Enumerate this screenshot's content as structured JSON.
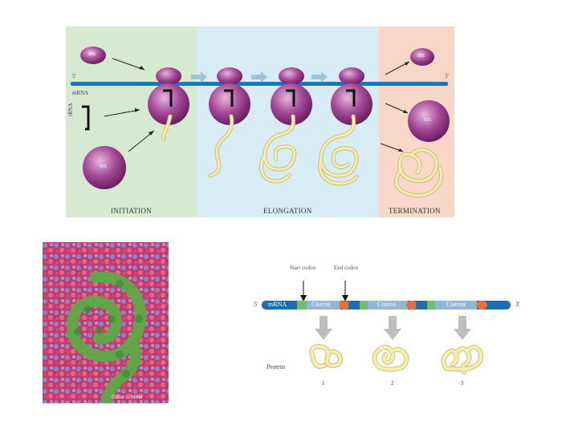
{
  "translation": {
    "stages": [
      "INITIATION",
      "ELONGATION",
      "TERMINATION"
    ],
    "end5": "5'",
    "end3": "3'",
    "mrna_label": "mRNA",
    "trna_label": "tRNA",
    "subunit_30s": "30S",
    "subunit_50s": "50S"
  },
  "micrograph": {
    "caption": "Oscar L. Miller"
  },
  "cistron": {
    "start_codon": "Start codon",
    "end_codon": "End codon",
    "end5": "5'",
    "end3": "3'",
    "mrna_label": "mRNA",
    "cistrons": [
      "Cistron",
      "Cistron",
      "Cistron"
    ],
    "protein_label": "Protein",
    "protein_numbers": [
      "1",
      "2",
      "3"
    ]
  },
  "colors": {
    "initiation_bg": "#d6ead2",
    "elongation_bg": "#d8ecf6",
    "termination_bg": "#f8d6c8",
    "mrna_strand": "#1a78b8",
    "ribosome": "#8c2f80",
    "peptide": "#f3edb0"
  }
}
